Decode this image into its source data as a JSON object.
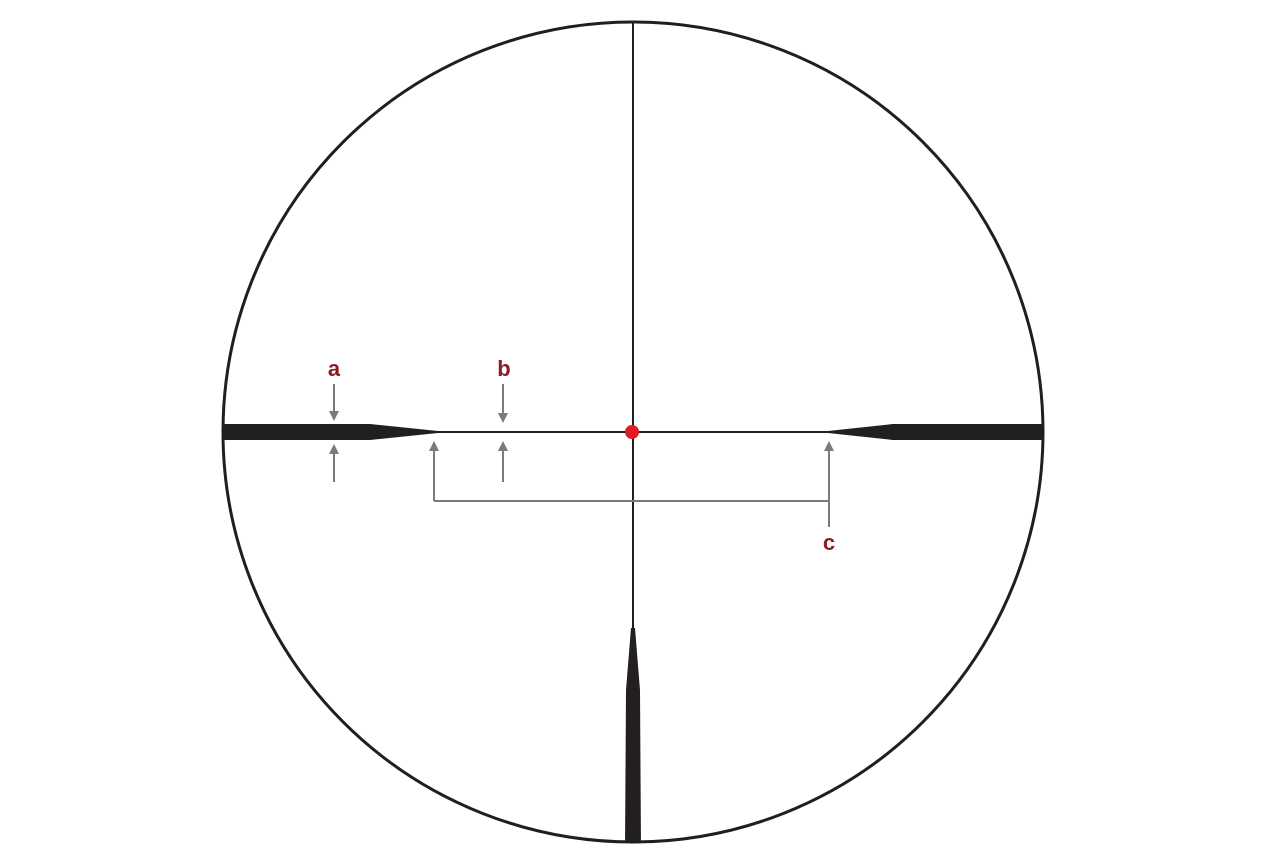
{
  "diagram": {
    "colors": {
      "background": "#ffffff",
      "reticle": "#1f1f1f",
      "thick_post": "#231f20",
      "center_dot": "#e01b24",
      "dimension_lines": "#7a7a7a",
      "label_text": "#8b1c24"
    },
    "labels": {
      "a": "a",
      "b": "b",
      "c": "c"
    }
  }
}
